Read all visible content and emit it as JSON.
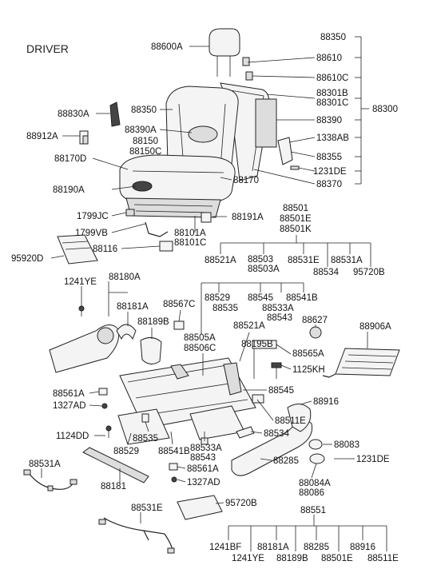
{
  "title": "DRIVER",
  "labels": {
    "p88350a": "88350",
    "p88600A": "88600A",
    "p88610": "88610",
    "p88610C": "88610C",
    "p88301B": "88301B",
    "p88301C": "88301C",
    "p88300": "88300",
    "p88830A": "88830A",
    "p88350b": "88350",
    "p88390": "88390",
    "p88390A": "88390A",
    "p88150": "88150",
    "p88150C": "88150C",
    "p88912A": "88912A",
    "p1338AB": "1338AB",
    "p88355": "88355",
    "p88170D": "88170D",
    "p1231DEa": "1231DE",
    "p88170": "88170",
    "p88370": "88370",
    "p88190A": "88190A",
    "p88501": "88501",
    "p88501E": "88501E",
    "p88501K": "88501K",
    "p1799JC": "1799JC",
    "p88191A": "88191A",
    "p1799VB": "1799VB",
    "p88101A": "88101A",
    "p88101C": "88101C",
    "p88116": "88116",
    "p95920D": "95920D",
    "p88521Aa": "88521A",
    "p88503": "88503",
    "p88503A": "88503A",
    "p88531E": "88531E",
    "p88531A": "88531A",
    "p88534a": "88534",
    "p95720Ba": "95720B",
    "p1241YEa": "1241YE",
    "p88180A": "88180A",
    "p88181Aa": "88181A",
    "p88567C": "88567C",
    "p88529a": "88529",
    "p88535a": "88535",
    "p88545a": "88545",
    "p88533A": "88533A",
    "p88543": "88543",
    "p88541Ba": "88541B",
    "p88189Ba": "88189B",
    "p88627": "88627",
    "p88906A": "88906A",
    "p88505A": "88505A",
    "p88506C": "88506C",
    "p88521Ab": "88521A",
    "p88195B": "88195B",
    "p88565A": "88565A",
    "p1125KH": "1125KH",
    "p88545b": "88545",
    "p88916a": "88916",
    "p88561Aa": "88561A",
    "p1327ADa": "1327AD",
    "p88511Ea": "88511E",
    "p1124DD": "1124DD",
    "p88535b": "88535",
    "p88534b": "88534",
    "p88529b": "88529",
    "p88541Bb": "88541B",
    "p88533Ab": "88533A",
    "p88543b": "88543",
    "p88083": "88083",
    "p1231DEb": "1231DE",
    "p88531Ab": "88531A",
    "p88285a": "88285",
    "p88561Ab": "88561A",
    "p88084A": "88084A",
    "p88086": "88086",
    "p88181b": "88181",
    "p1327ADb": "1327AD",
    "p88531Eb": "88531E",
    "p95720Bb": "95720B",
    "p88551": "88551",
    "p1241BF": "1241BF",
    "p1241YEb": "1241YE",
    "p88181Ab": "88181A",
    "p88189Bb": "88189B",
    "p88285b": "88285",
    "p88501Eb": "88501E",
    "p88916b": "88916",
    "p88511Eb": "88511E"
  }
}
